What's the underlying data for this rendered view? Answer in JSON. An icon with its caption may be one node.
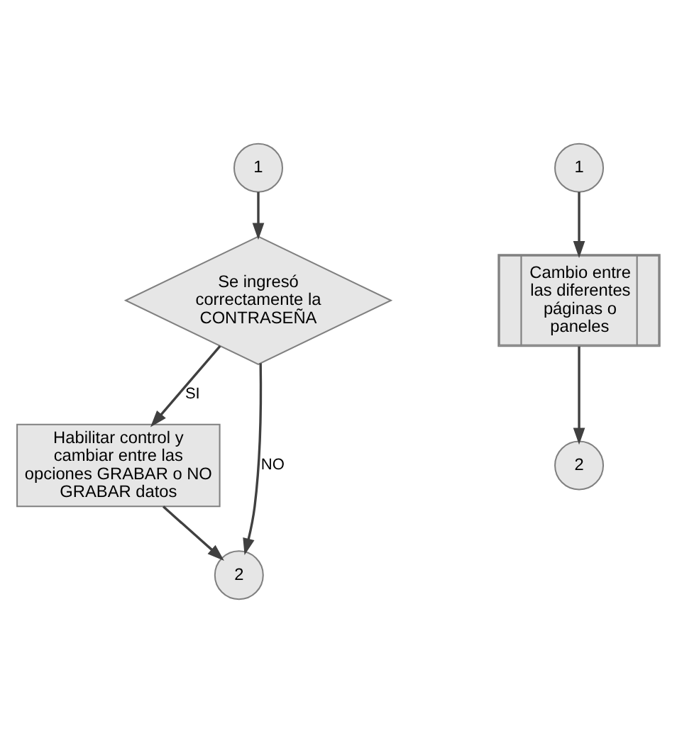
{
  "diagram": {
    "nodes": [
      {
        "text": [
          "1"
        ]
      },
      {
        "text": [
          "Se ingresó correctamente la CONTRASEÑA"
        ]
      },
      {
        "text": [
          "Habilitar control y cambiar entre las opciones GRABAR o NO GRABAR datos"
        ]
      },
      {
        "text": [
          "2"
        ]
      },
      {
        "text": [
          "1"
        ]
      },
      {
        "text": [
          "Cambio entre las diferentes páginas o paneles"
        ]
      },
      {
        "text": [
          "2"
        ]
      }
    ],
    "edges": [
      {
        "from": 0,
        "to": 1,
        "arrow": "to"
      },
      {
        "from": 1,
        "to": 2,
        "arrow": "to",
        "label": "SI"
      },
      {
        "from": 2,
        "to": 3,
        "arrow": "to"
      },
      {
        "from": 1,
        "to": 3,
        "arrow": "to",
        "label": "NO"
      },
      {
        "from": 4,
        "to": 5,
        "arrow": "to"
      },
      {
        "from": 5,
        "to": 6,
        "arrow": "to"
      }
    ]
  }
}
